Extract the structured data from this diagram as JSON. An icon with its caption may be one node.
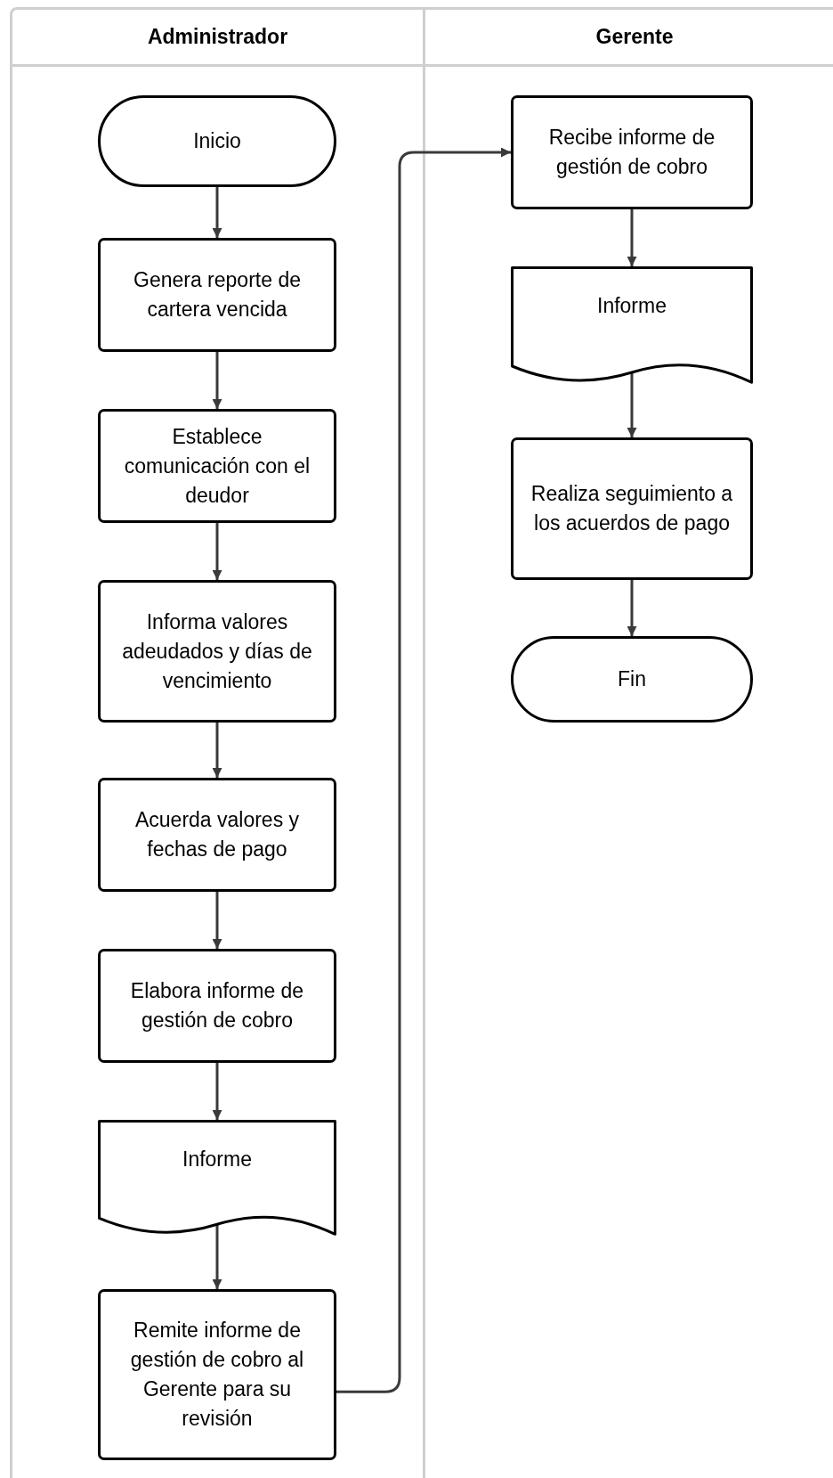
{
  "diagram": {
    "nodes": [
      {
        "text": [
          "Administrador"
        ]
      },
      {
        "text": [
          "Inicio"
        ],
        "in": 0
      },
      {
        "text": [
          "Genera reporte de cartera vencida"
        ],
        "in": 0
      },
      {
        "text": [
          "Establece comunicación con el deudor"
        ],
        "in": 0
      },
      {
        "text": [
          "Informa valores adeudados y días de vencimiento"
        ],
        "in": 0
      },
      {
        "text": [
          "Acuerda valores y fechas de pago"
        ],
        "in": 0
      },
      {
        "text": [
          "Elabora informe de gestión de cobro"
        ],
        "in": 0
      },
      {
        "text": [
          "Informe"
        ],
        "in": 0
      },
      {
        "text": [
          "Remite informe de gestión de cobro al Gerente para su revisión"
        ],
        "in": 0
      },
      {
        "text": [
          "Gerente"
        ]
      },
      {
        "text": [
          "Recibe informe de gestión de cobro"
        ],
        "in": 9
      },
      {
        "text": [
          "Informe"
        ],
        "in": 9
      },
      {
        "text": [
          "Realiza seguimiento a los acuerdos de pago"
        ],
        "in": 9
      },
      {
        "text": [
          "Fin"
        ],
        "in": 9
      }
    ],
    "edges": [
      {
        "from": 1,
        "to": 2,
        "arrow": "to"
      },
      {
        "from": 2,
        "to": 3,
        "arrow": "to"
      },
      {
        "from": 3,
        "to": 4,
        "arrow": "to"
      },
      {
        "from": 4,
        "to": 5,
        "arrow": "to"
      },
      {
        "from": 5,
        "to": 6,
        "arrow": "to"
      },
      {
        "from": 6,
        "to": 7,
        "arrow": "to"
      },
      {
        "from": 7,
        "to": 8,
        "arrow": "to"
      },
      {
        "from": 8,
        "to": 10,
        "arrow": "to"
      },
      {
        "from": 10,
        "to": 11,
        "arrow": "to"
      },
      {
        "from": 11,
        "to": 12,
        "arrow": "to"
      },
      {
        "from": 12,
        "to": 13,
        "arrow": "to"
      }
    ]
  }
}
